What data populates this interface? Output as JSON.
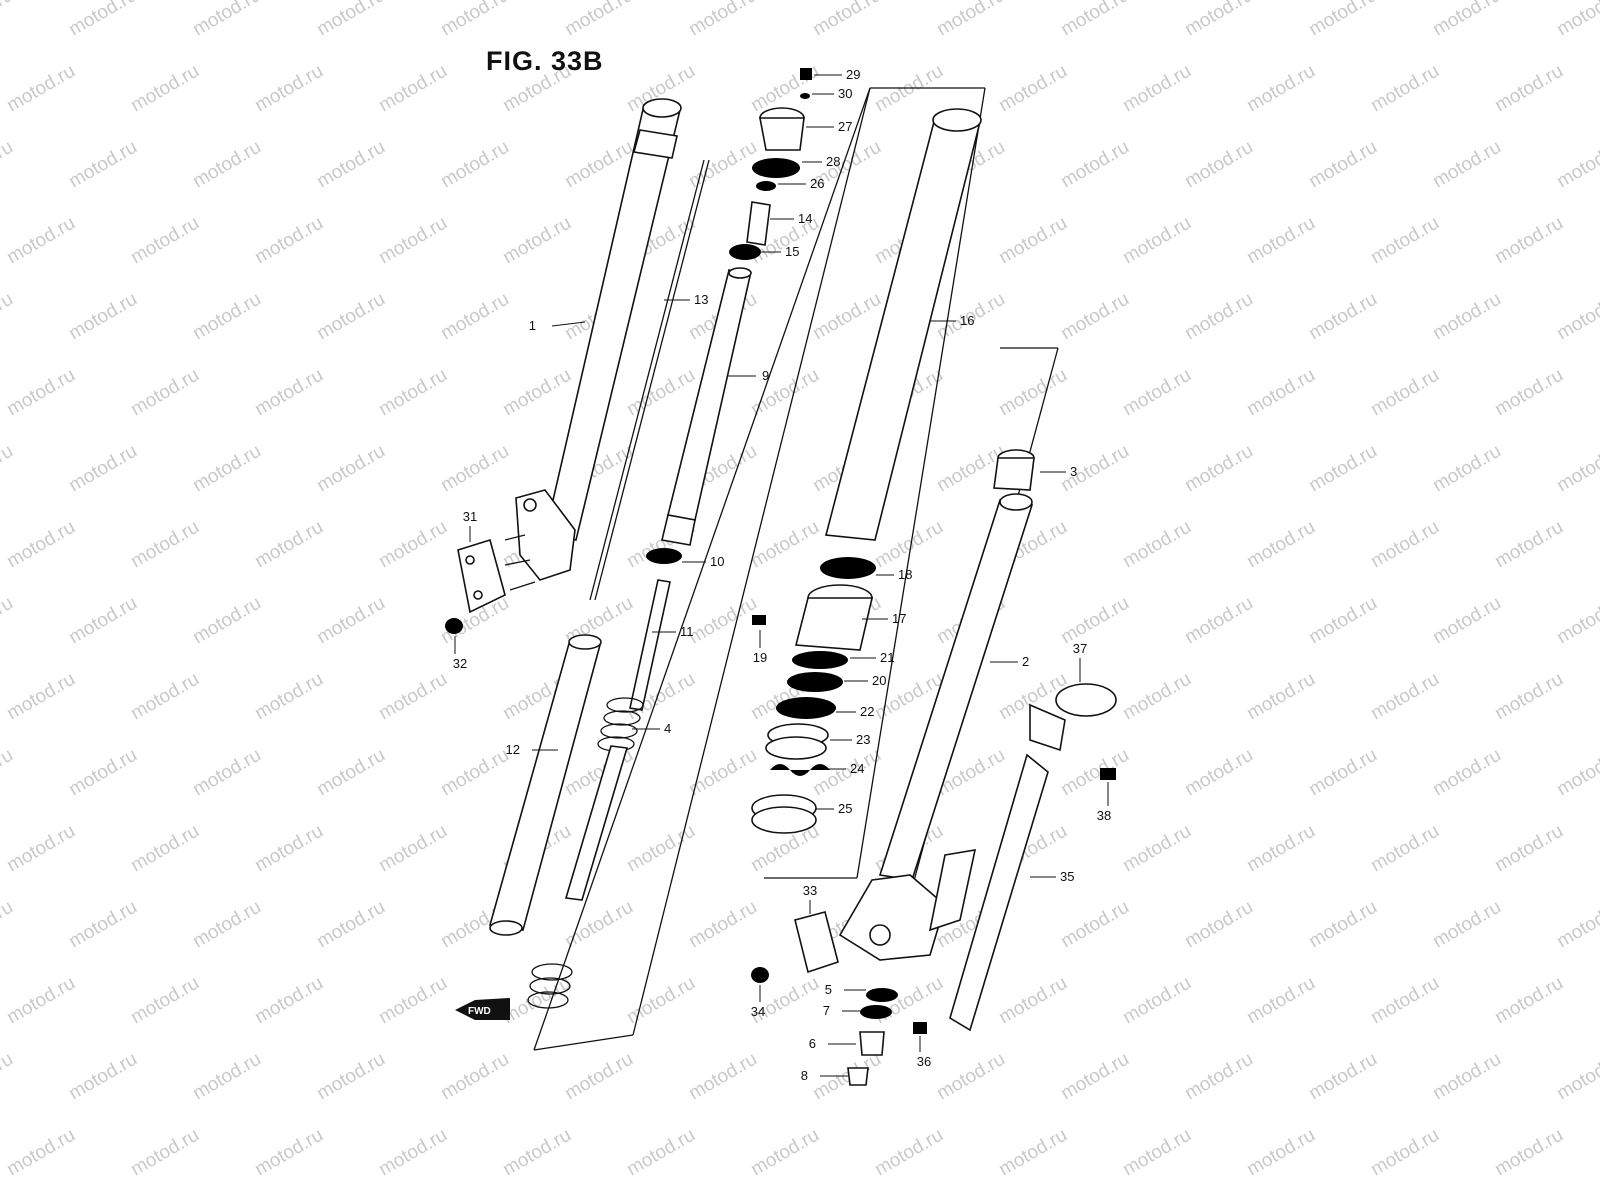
{
  "figure": {
    "title": "FIG. 33B"
  },
  "watermark": {
    "text": "motod.ru",
    "color": "#c9c9c9"
  },
  "fwd_badge": {
    "label": "FWD"
  },
  "colors": {
    "ink": "#111111",
    "paper": "#ffffff"
  },
  "parts": [
    {
      "id": "1",
      "label": "1"
    },
    {
      "id": "2",
      "label": "2"
    },
    {
      "id": "3",
      "label": "3"
    },
    {
      "id": "4",
      "label": "4"
    },
    {
      "id": "5",
      "label": "5"
    },
    {
      "id": "6",
      "label": "6"
    },
    {
      "id": "7",
      "label": "7"
    },
    {
      "id": "8",
      "label": "8"
    },
    {
      "id": "9",
      "label": "9"
    },
    {
      "id": "10",
      "label": "10"
    },
    {
      "id": "11",
      "label": "11"
    },
    {
      "id": "12",
      "label": "12"
    },
    {
      "id": "13",
      "label": "13"
    },
    {
      "id": "14",
      "label": "14"
    },
    {
      "id": "15",
      "label": "15"
    },
    {
      "id": "16",
      "label": "16"
    },
    {
      "id": "17",
      "label": "17"
    },
    {
      "id": "18",
      "label": "18"
    },
    {
      "id": "19",
      "label": "19"
    },
    {
      "id": "20",
      "label": "20"
    },
    {
      "id": "21",
      "label": "21"
    },
    {
      "id": "22",
      "label": "22"
    },
    {
      "id": "23",
      "label": "23"
    },
    {
      "id": "24",
      "label": "24"
    },
    {
      "id": "25",
      "label": "25"
    },
    {
      "id": "26",
      "label": "26"
    },
    {
      "id": "27",
      "label": "27"
    },
    {
      "id": "28",
      "label": "28"
    },
    {
      "id": "29",
      "label": "29"
    },
    {
      "id": "30",
      "label": "30"
    },
    {
      "id": "31",
      "label": "31"
    },
    {
      "id": "32",
      "label": "32"
    },
    {
      "id": "33",
      "label": "33"
    },
    {
      "id": "34",
      "label": "34"
    },
    {
      "id": "35",
      "label": "35"
    },
    {
      "id": "36",
      "label": "36"
    },
    {
      "id": "37",
      "label": "37"
    },
    {
      "id": "38",
      "label": "38"
    }
  ]
}
